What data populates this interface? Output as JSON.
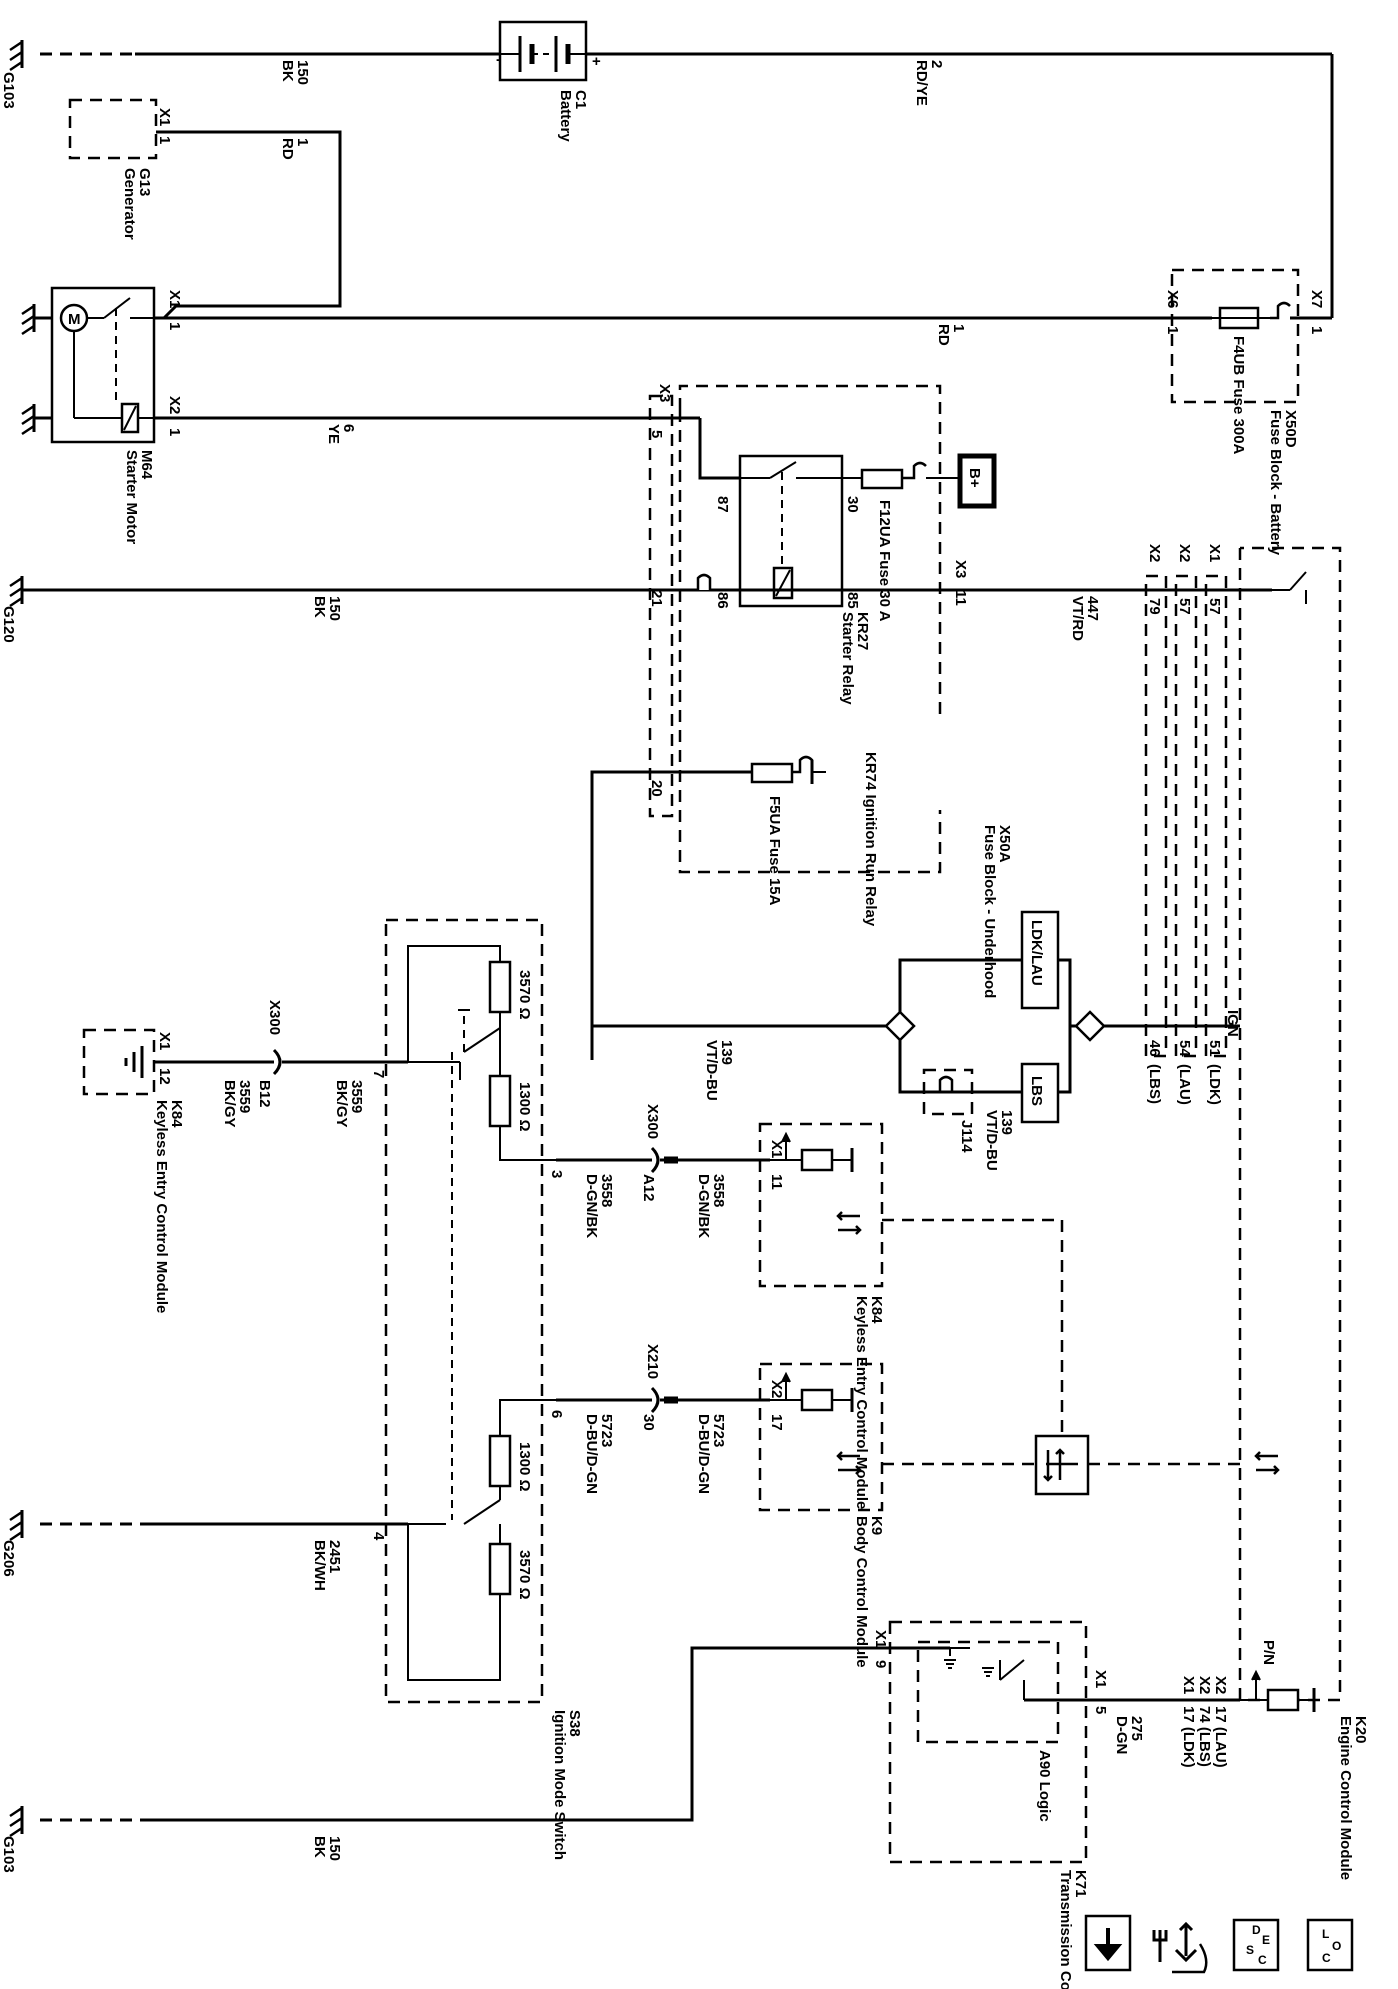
{
  "grounds": {
    "g103_top": "G103",
    "g120": "G120",
    "g206": "G206",
    "g103_bottom": "G103"
  },
  "battery": {
    "name": "Battery",
    "ref": "C1",
    "neg": "-",
    "pos": "+"
  },
  "generator": {
    "name": "Generator",
    "ref": "G13",
    "conn": "X1",
    "pin": "1"
  },
  "starter_motor": {
    "name": "Starter Motor",
    "ref": "M64",
    "conn_x1": "X1",
    "pin_x1": "1",
    "conn_x2": "X2",
    "pin_x2": "1",
    "motor_symbol": "M"
  },
  "fuse_block_battery": {
    "name": "Fuse Block - Battery",
    "ref": "X50D",
    "fuse": "F4UB Fuse 300A",
    "conn_x6": "X6",
    "pin_x6": "1",
    "conn_x7": "X7",
    "pin_x7": "1"
  },
  "fuse_block_underhood": {
    "name": "Fuse Block - Underhood",
    "ref": "X50A",
    "conn_x3_top": "X3",
    "pin_5": "5",
    "pin_21": "21",
    "pin_20": "20",
    "conn_x3_right": "X3",
    "pin_11": "11"
  },
  "starter_relay": {
    "name": "Starter Relay",
    "ref": "KR27",
    "pin_87": "87",
    "pin_30": "30",
    "pin_86": "86",
    "pin_85": "85"
  },
  "fuse_f12ua": {
    "label": "F12UA Fuse 30 A"
  },
  "b_plus": "B+",
  "run_relay": {
    "label": "KR74 Ignition Run Relay"
  },
  "fuse_f5ua": {
    "label": "F5UA Fuse 15A"
  },
  "ecm": {
    "name": "Engine Control Module",
    "ref": "K20",
    "conn_x2a": "X2",
    "conn_x2b": "X2",
    "conn_x1": "X1",
    "pin_79": "79",
    "pin_57a": "57",
    "pin_57b": "57",
    "pin_46": "46",
    "pin_54": "54",
    "pin_51": "51",
    "lbs": "(LBS)",
    "lau": "(LAU)",
    "ldk": "(LDK)",
    "ign": "IGN",
    "pn": "P/N",
    "pn_x2a": "X2",
    "pn_x2b": "X2",
    "pn_x1": "X1",
    "pn_17": "17 (LAU)",
    "pn_74": "74 (LBS)",
    "pn_17b": "17 (LDK)"
  },
  "wires": {
    "w150_top": "150",
    "bk_top": "BK",
    "w2": "2",
    "rdye": "RD/YE",
    "w1_gen": "1",
    "rd_gen": "RD",
    "w1_main": "1",
    "rd_main": "RD",
    "w6": "6",
    "ye": "YE",
    "w150_mid": "150",
    "bk_mid": "BK",
    "w447": "447",
    "vtrd": "VT/RD",
    "w139a": "139",
    "vtdbu_a": "VT/D-BU",
    "w139b": "139",
    "vtdbu_b": "VT/D-BU",
    "w3558a": "3558",
    "dgnbk_a": "D-GN/BK",
    "w3558b": "3558",
    "dgnbk_b": "D-GN/BK",
    "w3559": "3559",
    "bkgy_a": "BK/GY",
    "w3559b": "3559",
    "bkgy_b": "BK/GY",
    "w5723a": "5723",
    "dbudgn_a": "D-BU/D-GN",
    "w5723b": "5723",
    "dbudgn_b": "D-BU/D-GN",
    "w2451": "2451",
    "bkwh": "BK/WH",
    "w275": "275",
    "dgn": "D-GN",
    "w150_bot": "150",
    "bk_bot": "BK"
  },
  "ldk_lau": "LDK/LAU",
  "lbs": "LBS",
  "j114": "J114",
  "keyless_upper": {
    "name": "Keyless Entry Control Module",
    "ref": "K84",
    "conn": "X1",
    "pin": "11",
    "inline_conn": "X300",
    "inline_pin": "A12"
  },
  "keyless_lower": {
    "name": "Keyless Entry Control Module",
    "ref": "K84",
    "conn": "X1",
    "pin": "12",
    "inline_conn": "X300",
    "inline_pin": "B12"
  },
  "bcm": {
    "name": "Body Control Module",
    "ref": "K9",
    "conn": "X2",
    "pin": "17",
    "inline_conn": "X210",
    "inline_pin": "30"
  },
  "switch": {
    "name": "Ignition Mode Switch",
    "ref": "S38",
    "r1": "3570 Ω",
    "r2": "1300 Ω",
    "r3": "1300 Ω",
    "r4": "3570 Ω",
    "pin7": "7",
    "pin3": "3",
    "pin6": "6",
    "pin4": "4"
  },
  "tcm": {
    "name": "Transmission Control Module",
    "ref": "K71",
    "conn": "X1",
    "pin9": "9",
    "pin5": "5",
    "logic": "A90 Logic",
    "x1b": "X1"
  },
  "nav_icons": [
    "down-arrow-icon",
    "wrench-tool-icon",
    "desc-icon",
    "loc-icon"
  ],
  "desc_letters": [
    "D",
    "E",
    "S",
    "C"
  ],
  "loc_letters": [
    "L",
    "O",
    "C"
  ]
}
